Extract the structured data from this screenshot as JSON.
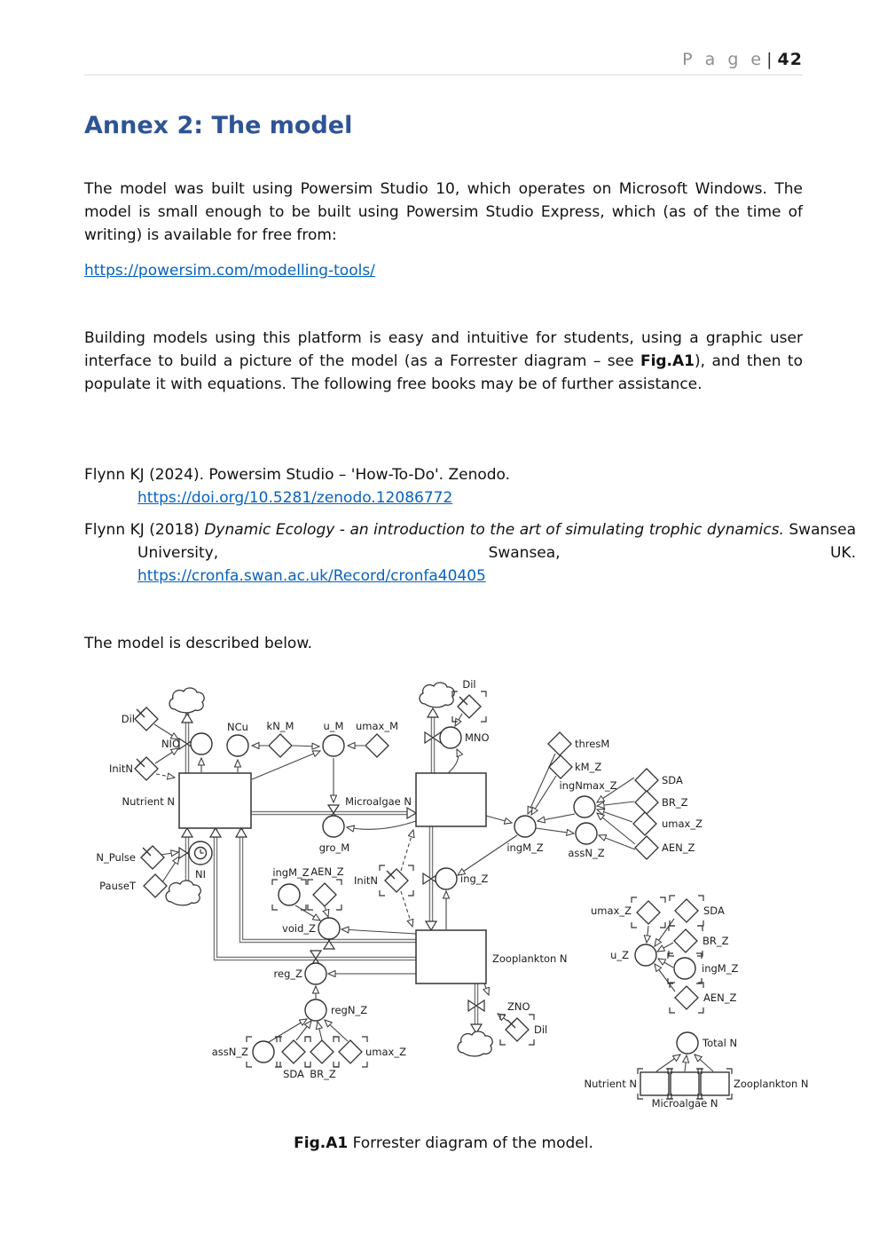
{
  "header": {
    "page_label": "P a g e",
    "separator": "|",
    "page_number": "42"
  },
  "heading": "Annex 2: The model",
  "paragraphs": {
    "p1": "The model was built using Powersim Studio 10, which operates on Microsoft Windows. The model is small enough to be built using Powersim Studio Express, which (as of the time of writing) is available for free from:",
    "link1": "https://powersim.com/modelling-tools/",
    "p2_before": "Building models using this platform is easy and intuitive for students, using a graphic user interface to build a picture of the model (as a Forrester diagram – see ",
    "p2_bold": "Fig.A1",
    "p2_after": "), and then to populate it with equations. The following free books may be of further assistance.",
    "p3": "The model is described below."
  },
  "references": {
    "ref1_text": "Flynn KJ (2024). Powersim Studio – 'How-To-Do'. Zenodo.",
    "ref1_link": "https://doi.org/10.5281/zenodo.12086772",
    "ref2_before": "Flynn KJ (2018) ",
    "ref2_italic": "Dynamic Ecology - an introduction to the art of simulating trophic dynamics.",
    "ref2_after": " Swansea University, Swansea, UK.",
    "ref2_link": "https://cronfa.swan.ac.uk/Record/cronfa40405"
  },
  "figure": {
    "caption_bold": "Fig.A1",
    "caption_text": " Forrester diagram of the model.",
    "labels": {
      "dil": "Dil",
      "initn": "InitN",
      "nio": "NIO",
      "nutrient_n": "Nutrient N",
      "ncu": "NCu",
      "kn_m": "kN_M",
      "u_m": "u_M",
      "umax_m": "umax_M",
      "microalgae_n": "Microalgae N",
      "mno": "MNO",
      "thresm": "thresM",
      "km_z": "kM_Z",
      "ingnmax_z": "ingNmax_Z",
      "sda": "SDA",
      "br_z": "BR_Z",
      "umax_z": "umax_Z",
      "aen_z": "AEN_Z",
      "ingm_z": "ingM_Z",
      "assn_z": "assN_Z",
      "gro_m": "gro_M",
      "n_pulse": "N_Pulse",
      "pauset": "PauseT",
      "ni": "NI",
      "ing_z": "ing_Z",
      "void_z": "void_Z",
      "reg_z": "reg_Z",
      "regn_z": "regN_Z",
      "zooplankton_n": "Zooplankton N",
      "zno": "ZNO",
      "u_z": "u_Z",
      "total_n": "Total N"
    }
  },
  "colors": {
    "heading": "#2e5496",
    "link": "#0563c1",
    "page_label_gray": "#8f8f8f",
    "diagram_stroke": "#333333",
    "pipe_gray": "#787878"
  }
}
